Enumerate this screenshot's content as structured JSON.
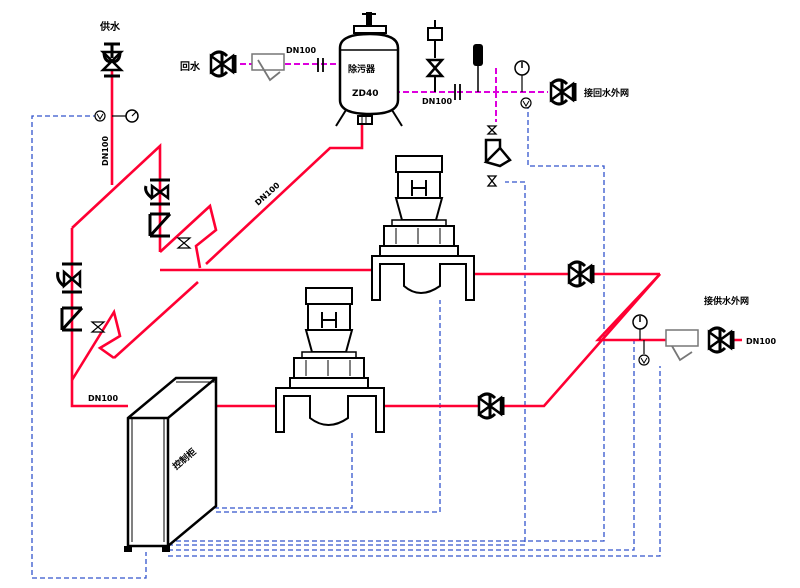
{
  "labels": {
    "supply_water": "供水",
    "return_water": "回水",
    "filter_name": "除污器",
    "filter_model": "ZD40",
    "return_outlet": "接回水外网",
    "supply_outlet": "接供水外网",
    "control_cabinet": "控制柜",
    "dn100_return_top": "DN100",
    "dn100_tank_out": "DN100",
    "dn100_supply_left": "DN100",
    "dn100_diagonal": "DN100",
    "dn100_bottom_left": "DN100",
    "dn100_outlet_right": "DN100"
  },
  "colors": {
    "pipe_red": "#ff0033",
    "pipe_magenta": "#dd00dd",
    "signal_blue": "#3355cc",
    "equipment_black": "#000000"
  },
  "icons": [
    "gate-valve-icon",
    "pressure-gauge-icon",
    "thermometer-icon",
    "y-strainer-icon",
    "check-valve-icon",
    "butterfly-valve-icon",
    "vertical-pump-icon",
    "tank-icon",
    "control-cabinet-icon"
  ]
}
